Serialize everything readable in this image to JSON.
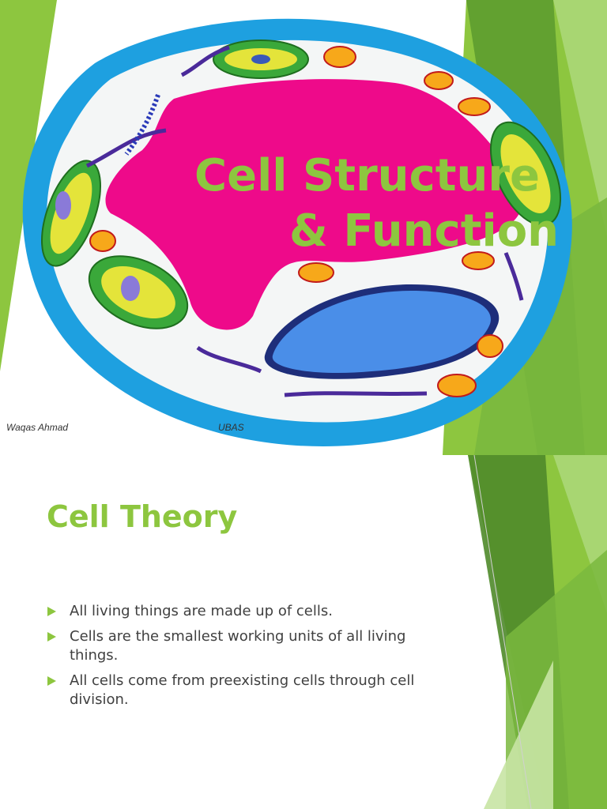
{
  "slide1": {
    "title_line1": "Cell Structure",
    "title_line2": "& Function",
    "author": "Waqas Ahmad",
    "institution": "UBAS",
    "image": "plant-cell-diagram"
  },
  "slide2": {
    "title": "Cell Theory",
    "bullets": [
      "All living things are made up of cells.",
      "Cells are the smallest working units of all living things.",
      "All cells come from preexisting cells through cell division."
    ]
  },
  "colors": {
    "accent_green": "#8dc63f",
    "dark_green": "#4f8a2a",
    "cell_wall": "#1ea0e0",
    "vacuole": "#ee0a8a",
    "nucleus": "#4a8ee8",
    "chloroplast": "#3aa83a",
    "body_text": "#404040"
  }
}
